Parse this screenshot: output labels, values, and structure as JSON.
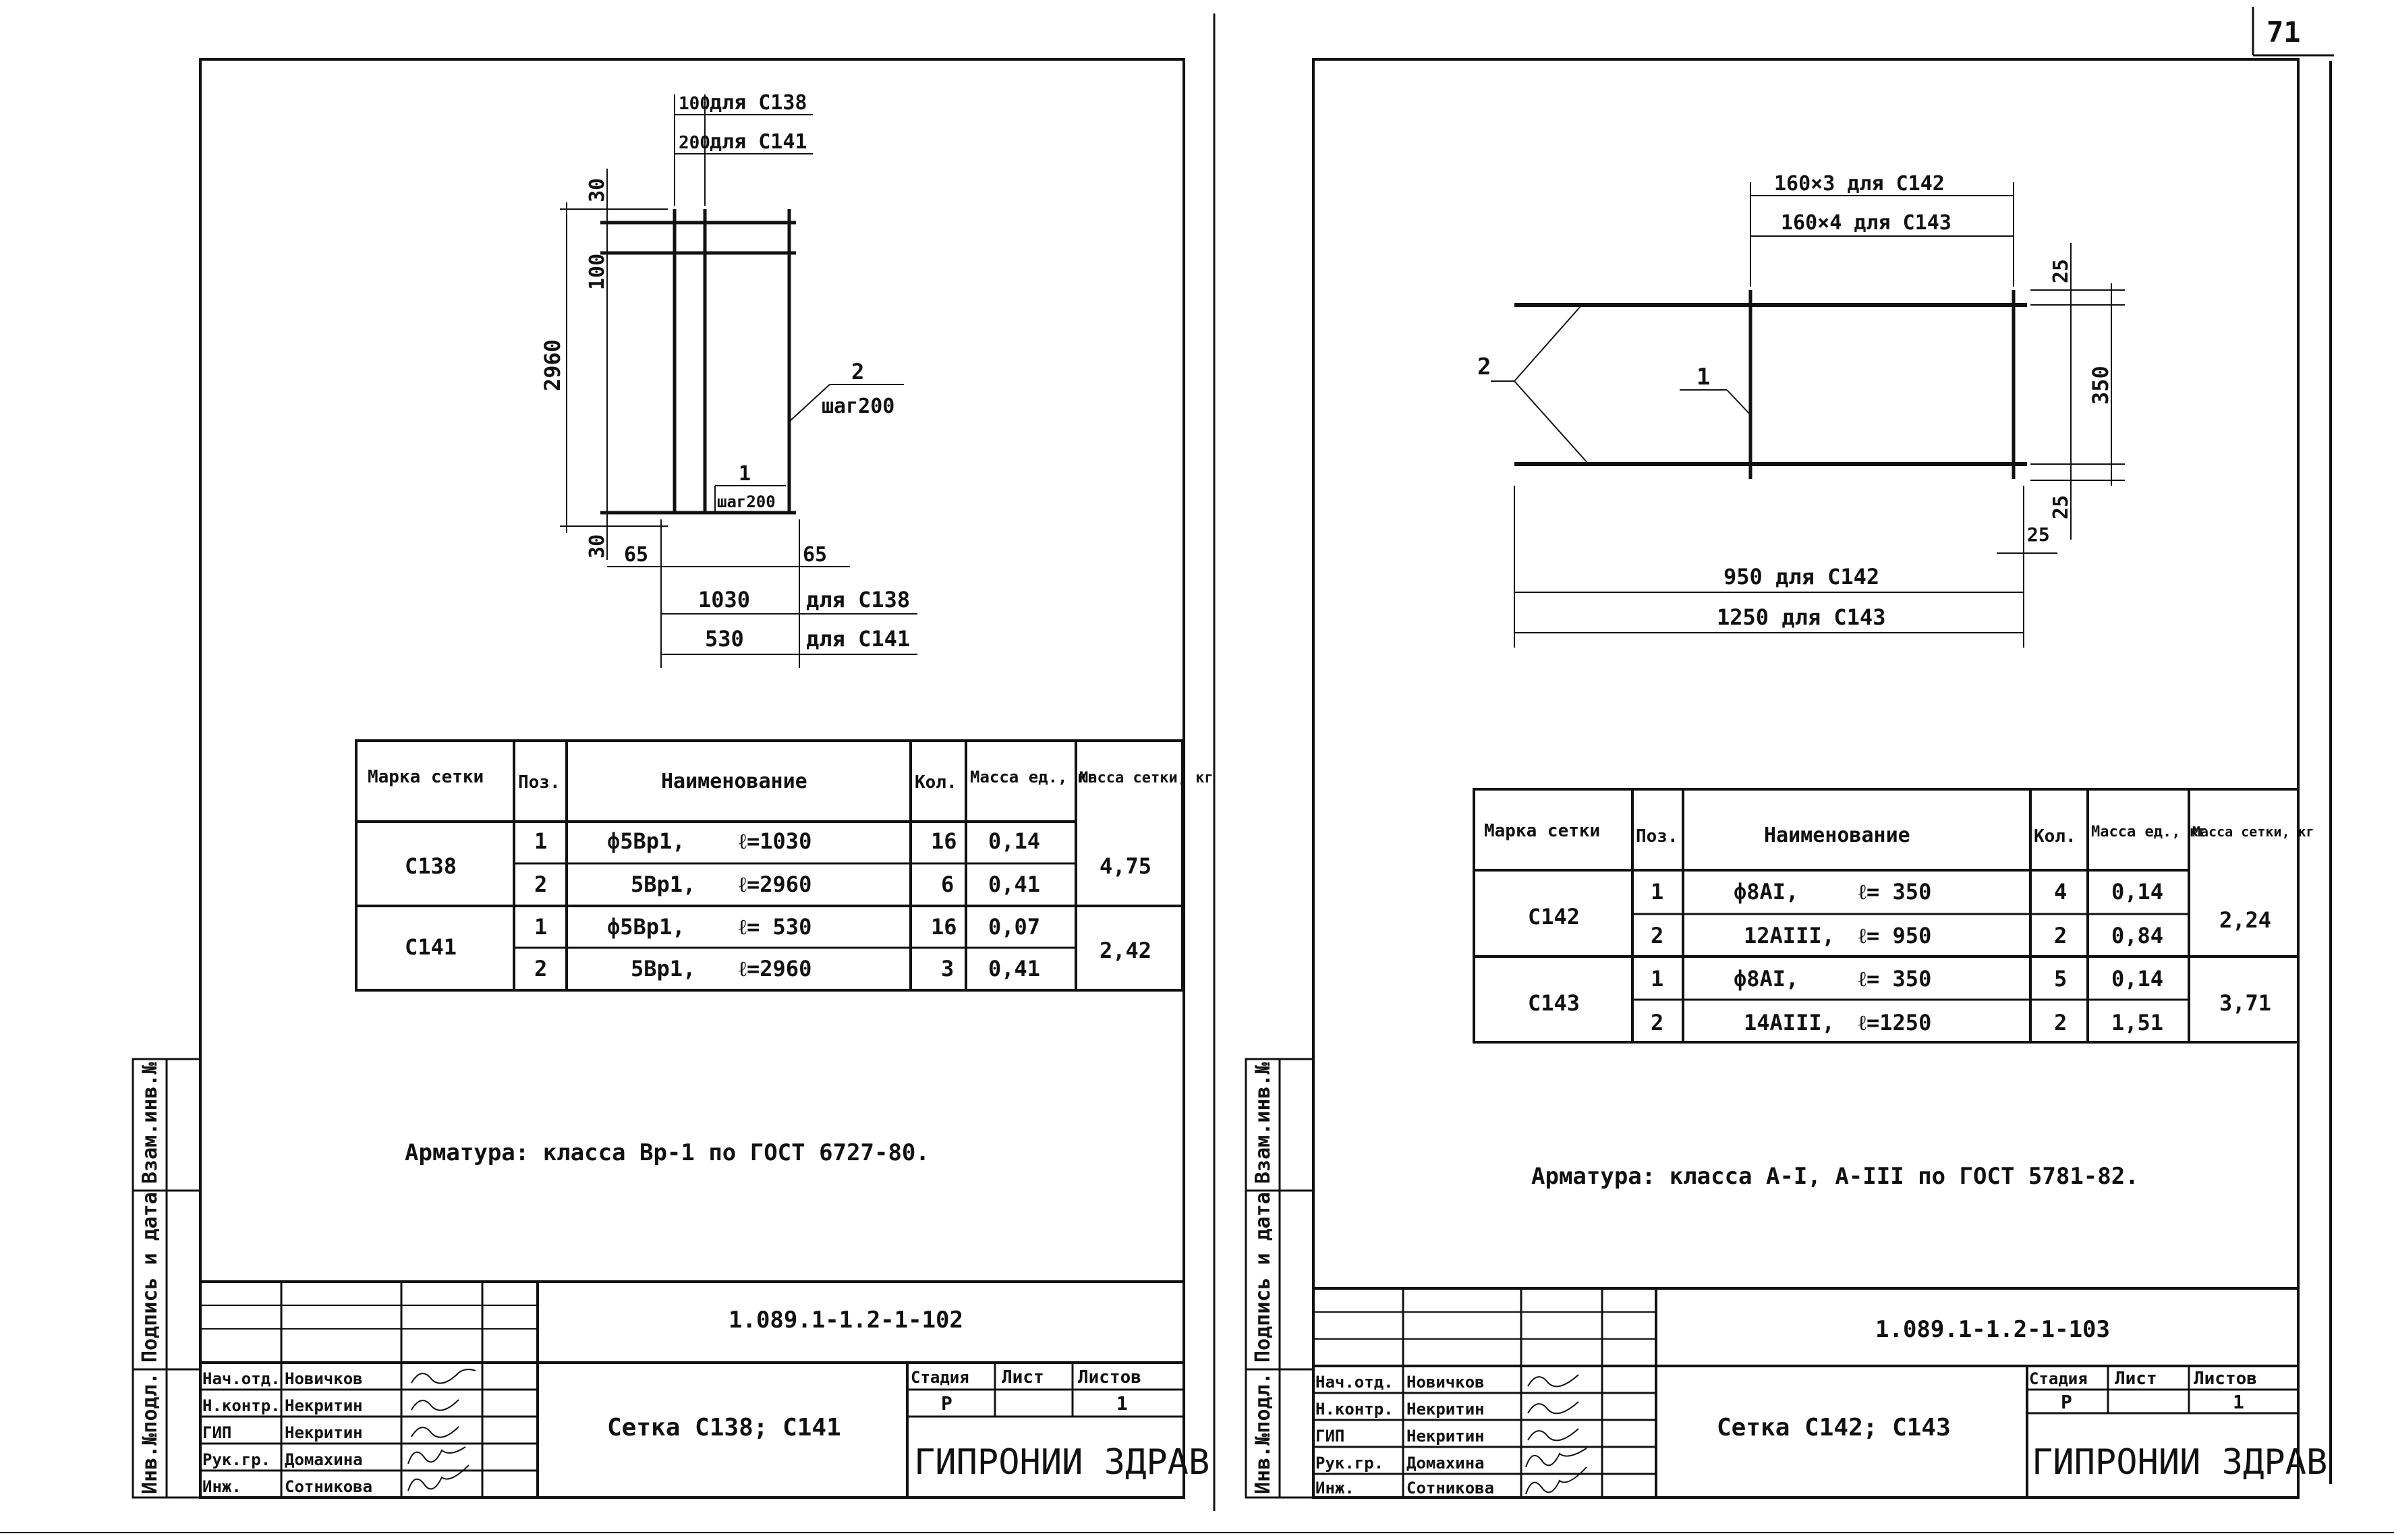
{
  "page_number": "71",
  "left": {
    "drawing": {
      "top_dim_1": "100",
      "top_dim_1_note": "для С138",
      "top_dim_2": "200",
      "top_dim_2_note": "для С141",
      "left_dim_top": "30",
      "left_dim_second": "100",
      "left_dim_total": "2960",
      "left_dim_bottom": "30",
      "callout_2_num": "2",
      "callout_2_text": "шаг200",
      "callout_1_num": "1",
      "callout_1_text": "шаг200",
      "bottom_dim_left": "65",
      "bottom_dim_right": "65",
      "width_1": "1030",
      "width_1_note": "для С138",
      "width_2": "530",
      "width_2_note": "для С141"
    },
    "table": {
      "headers": [
        "Марка сетки",
        "Поз.",
        "Наименование",
        "Кол.",
        "Масса ед., кг",
        "Масса сетки, кг"
      ],
      "groups": [
        {
          "mark": "С138",
          "total": "4,75",
          "rows": [
            {
              "pos": "1",
              "name": "ф5Вр1,",
              "len": "ℓ=1030",
              "qty": "16",
              "mass": "0,14"
            },
            {
              "pos": "2",
              "name": "5Вр1,",
              "len": "ℓ=2960",
              "qty": "6",
              "mass": "0,41"
            }
          ]
        },
        {
          "mark": "С141",
          "total": "2,42",
          "rows": [
            {
              "pos": "1",
              "name": "ф5Вр1,",
              "len": "ℓ= 530",
              "qty": "16",
              "mass": "0,07"
            },
            {
              "pos": "2",
              "name": "5Вр1,",
              "len": "ℓ=2960",
              "qty": "3",
              "mass": "0,41"
            }
          ]
        }
      ]
    },
    "note": "Арматура: класса Вр-1 по ГОСТ 6727-80.",
    "stamp": {
      "doc_code": "1.089.1-1.2-1-102",
      "title": "Сетка С138; С141",
      "stage_label": "Стадия",
      "sheet_label": "Лист",
      "sheets_label": "Листов",
      "stage": "Р",
      "sheets": "1",
      "org": "ГИПРОНИИ ЗДРАВ",
      "people": [
        {
          "role": "Нач.отд.",
          "name": "Новичков"
        },
        {
          "role": "Н.контр.",
          "name": "Некритин"
        },
        {
          "role": "ГИП",
          "name": "Некритин"
        },
        {
          "role": "Рук.гр.",
          "name": "Домахина"
        },
        {
          "role": "Инж.",
          "name": "Сотникова"
        }
      ]
    },
    "side_labels": {
      "inv": "Инв.№подл.",
      "sign_date": "Подпись и дата",
      "vzam": "Взам.инв.№"
    }
  },
  "right": {
    "drawing": {
      "top_dim_1": "160×3 для С142",
      "top_dim_2": "160×4 для С143",
      "right_dim_top": "25",
      "right_dim_mid": "350",
      "right_dim_bottom": "25",
      "bottom_small": "25",
      "callout_2": "2",
      "callout_1": "1",
      "length_1": "950 для С142",
      "length_2": "1250 для С143"
    },
    "table": {
      "headers": [
        "Марка сетки",
        "Поз.",
        "Наименование",
        "Кол.",
        "Масса ед., кг",
        "Масса сетки, кг"
      ],
      "groups": [
        {
          "mark": "С142",
          "total": "2,24",
          "rows": [
            {
              "pos": "1",
              "name": "ф8АI,",
              "len": "ℓ= 350",
              "qty": "4",
              "mass": "0,14"
            },
            {
              "pos": "2",
              "name": "12АIII,",
              "len": "ℓ= 950",
              "qty": "2",
              "mass": "0,84"
            }
          ]
        },
        {
          "mark": "С143",
          "total": "3,71",
          "rows": [
            {
              "pos": "1",
              "name": "ф8АI,",
              "len": "ℓ= 350",
              "qty": "5",
              "mass": "0,14"
            },
            {
              "pos": "2",
              "name": "14АIII,",
              "len": "ℓ=1250",
              "qty": "2",
              "mass": "1,51"
            }
          ]
        }
      ]
    },
    "note": "Арматура: класса А-I, А-III по ГОСТ 5781-82.",
    "stamp": {
      "doc_code": "1.089.1-1.2-1-103",
      "title": "Сетка С142; С143",
      "stage_label": "Стадия",
      "sheet_label": "Лист",
      "sheets_label": "Листов",
      "stage": "Р",
      "sheets": "1",
      "org": "ГИПРОНИИ ЗДРАВ",
      "people": [
        {
          "role": "Нач.отд.",
          "name": "Новичков"
        },
        {
          "role": "Н.контр.",
          "name": "Некритин"
        },
        {
          "role": "ГИП",
          "name": "Некритин"
        },
        {
          "role": "Рук.гр.",
          "name": "Домахина"
        },
        {
          "role": "Инж.",
          "name": "Сотникова"
        }
      ]
    },
    "side_labels": {
      "inv": "Инв.№подл.",
      "sign_date": "Подпись и дата",
      "vzam": "Взам.инв.№"
    }
  }
}
